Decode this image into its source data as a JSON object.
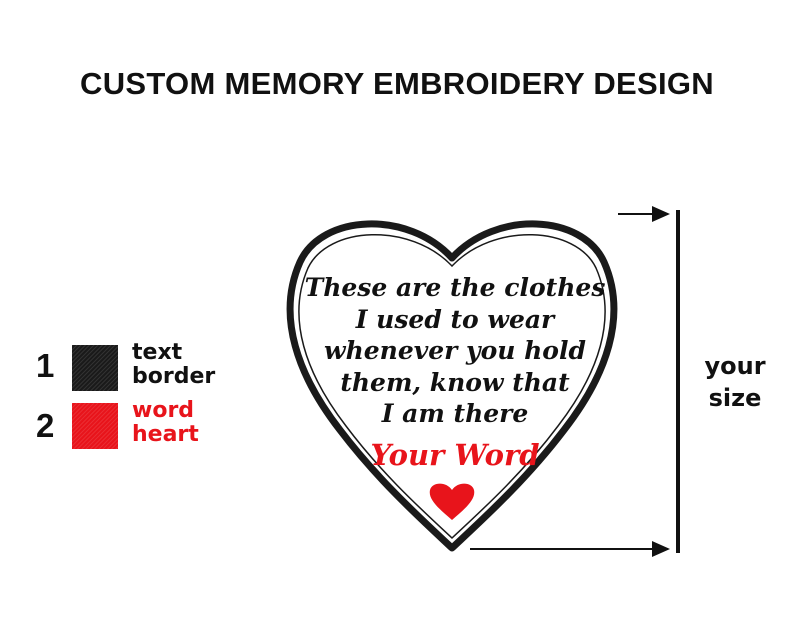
{
  "title": "CUSTOM MEMORY EMBROIDERY DESIGN",
  "legend": [
    {
      "number": "1",
      "color": "#1a1a1a",
      "label_color": "#111111",
      "labels": [
        "text",
        "border"
      ]
    },
    {
      "number": "2",
      "color": "#e8141b",
      "label_color": "#e8141b",
      "labels": [
        "word",
        "heart"
      ]
    }
  ],
  "design": {
    "lines": [
      "These are the clothes",
      "I used to wear",
      "whenever you hold",
      "them, know that",
      "I am there"
    ],
    "word": "Your Word",
    "border_color": "#1a1a1a",
    "accent_color": "#e8141b"
  },
  "size_label": [
    "your",
    "size"
  ]
}
